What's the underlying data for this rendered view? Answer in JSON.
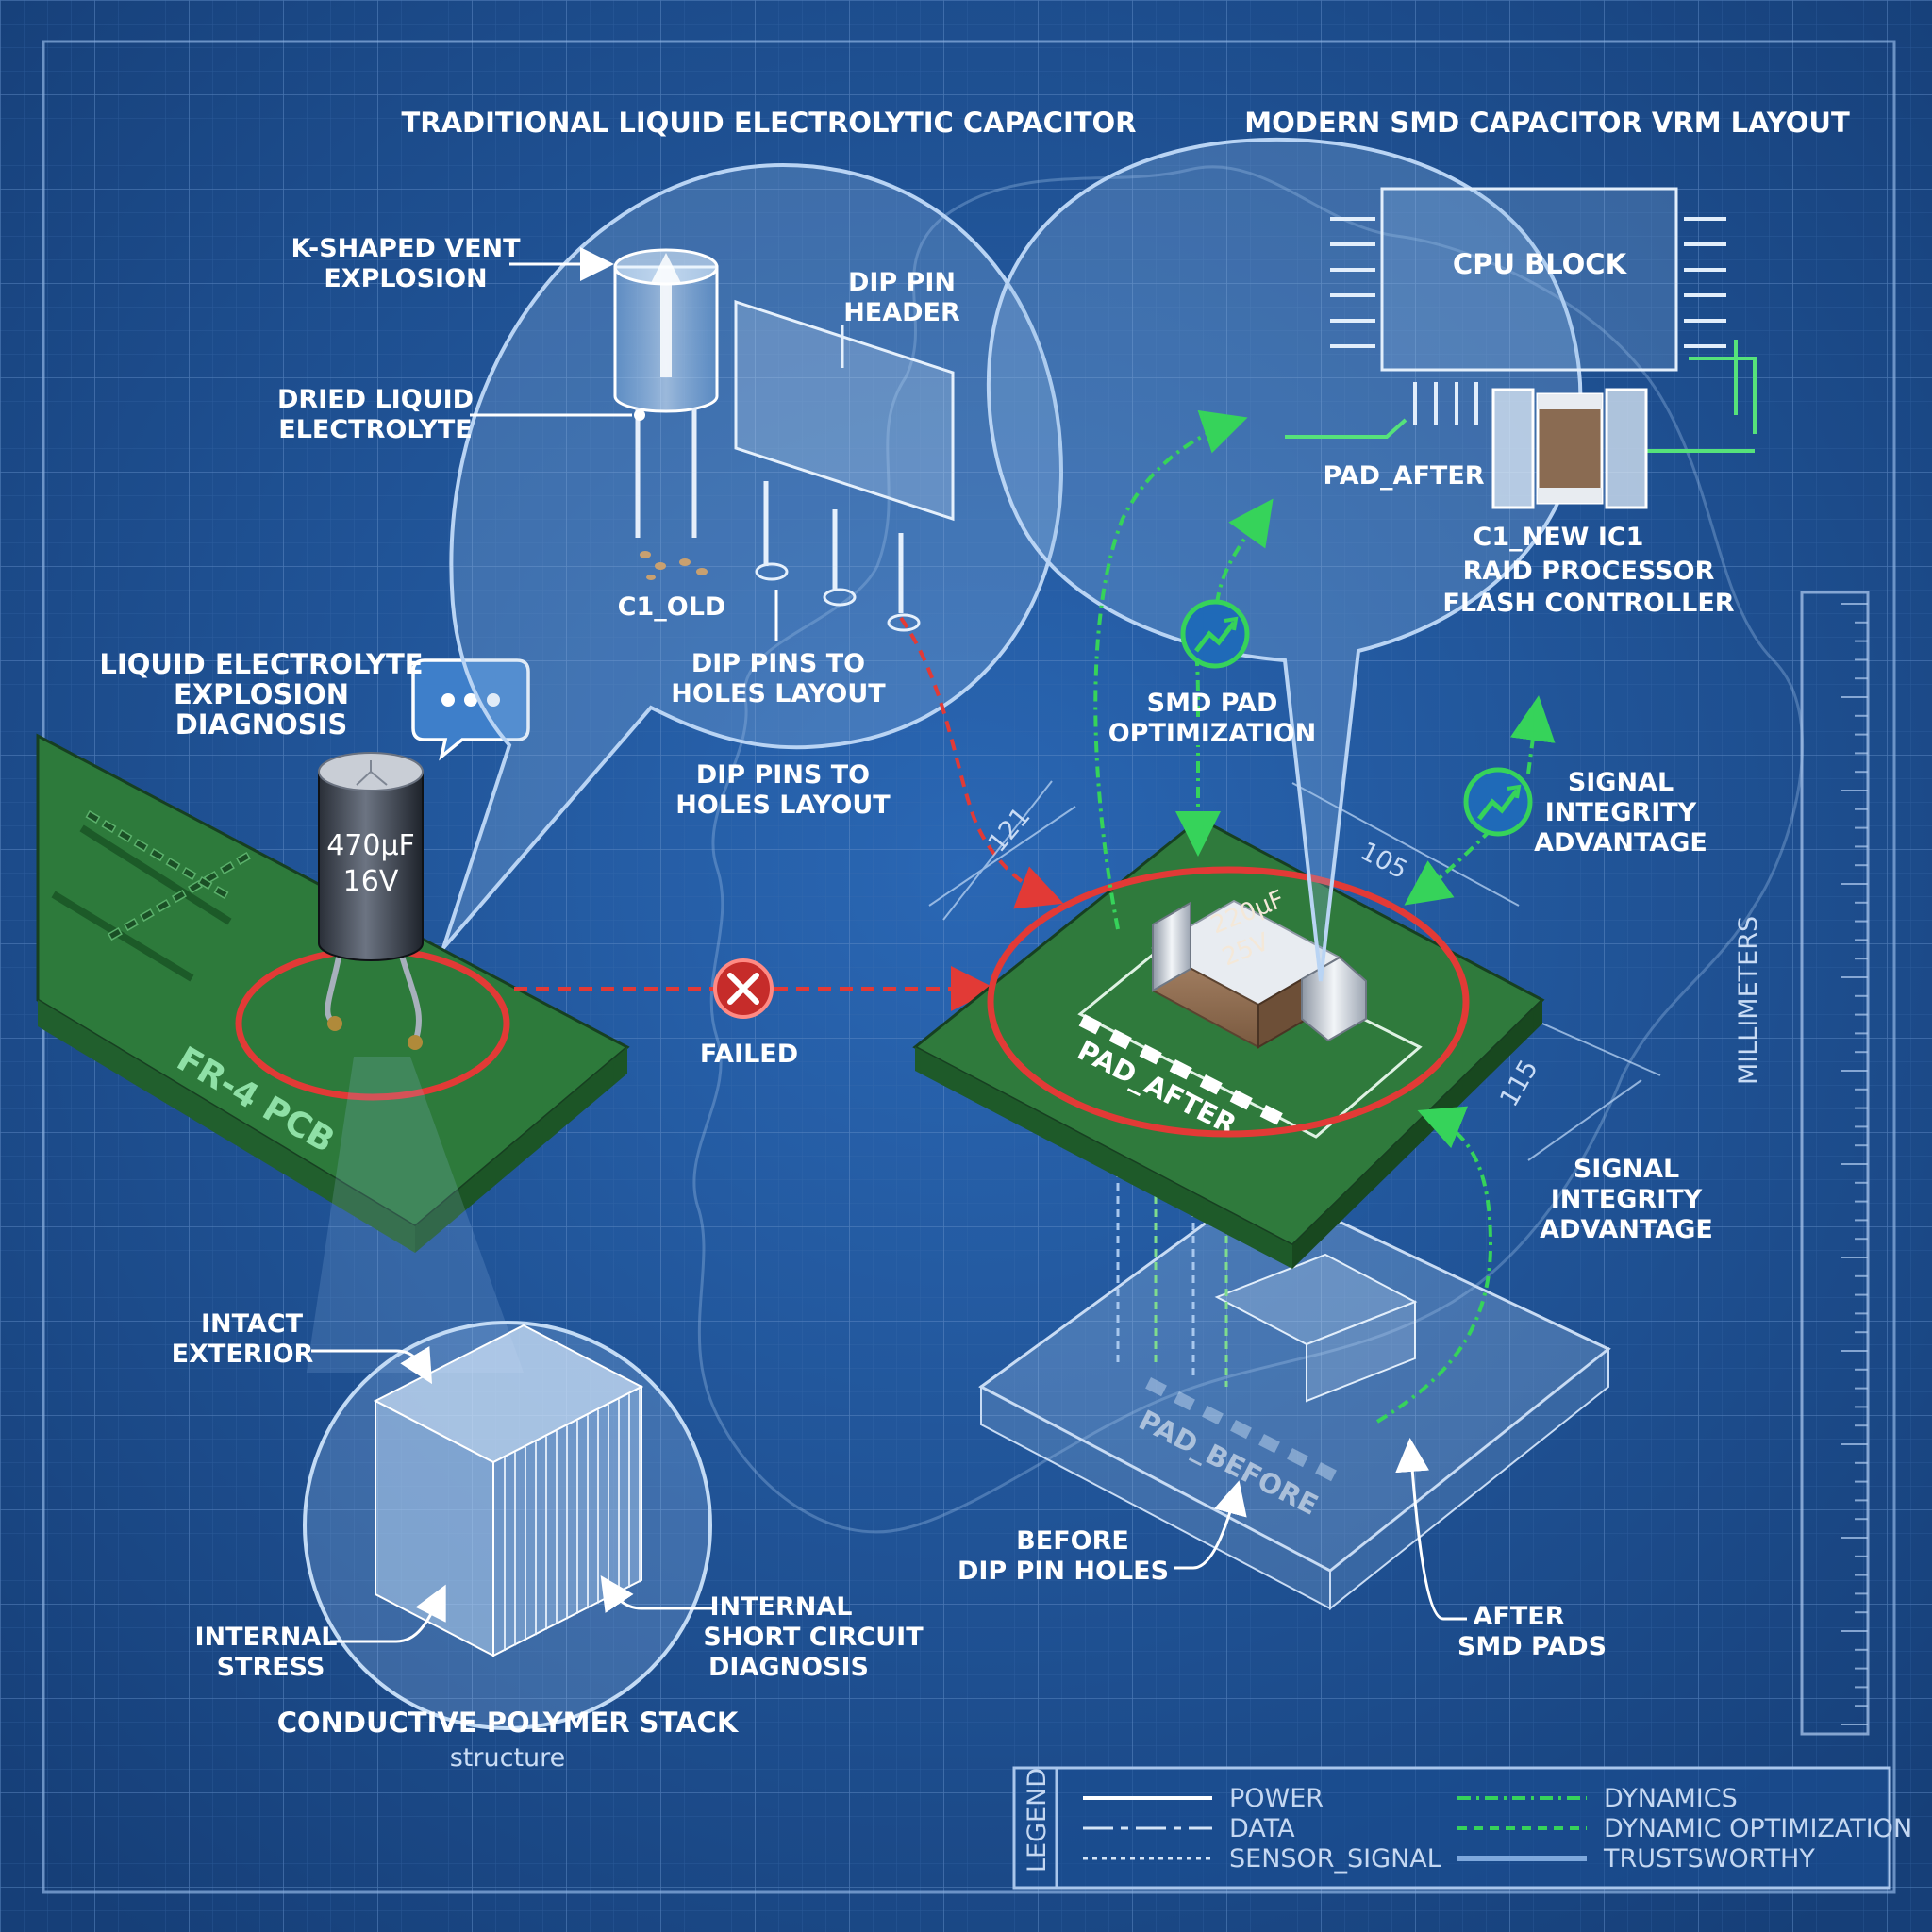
{
  "titles": {
    "traditional": "TRADITIONAL LIQUID ELECTROLYTIC CAPACITOR",
    "modern": "MODERN SMD CAPACITOR VRM LAYOUT"
  },
  "left_bubble": {
    "k_vent_1": "K-SHAPED VENT",
    "k_vent_2": "EXPLOSION",
    "dried_1": "DRIED LIQUID",
    "dried_2": "ELECTROLYTE",
    "dip_header_1": "DIP PIN",
    "dip_header_2": "HEADER",
    "c1_old": "C1_OLD",
    "dip_pins_1": "DIP PINS TO",
    "dip_pins_2": "HOLES LAYOUT"
  },
  "dip_pins_below": {
    "l1": "DIP PINS TO",
    "l2": "HOLES LAYOUT"
  },
  "liquid_diag": {
    "l1": "LIQUID ELECTROLYTE",
    "l2": "EXPLOSION",
    "l3": "DIAGNOSIS"
  },
  "old_cap": {
    "value": "470µF",
    "voltage": "16V"
  },
  "pcb_label": "FR-4 PCB",
  "failed_label": "FAILED",
  "right_bubble": {
    "cpu": "CPU BLOCK",
    "pad_after": "PAD_AFTER",
    "c1_new": "C1_NEW IC1",
    "raid": "RAID PROCESSOR",
    "flash": "FLASH CONTROLLER"
  },
  "smd_pad": {
    "l1": "SMD PAD",
    "l2": "OPTIMIZATION"
  },
  "signal_1": {
    "l1": "SIGNAL",
    "l2": "INTEGRITY",
    "l3": "ADVANTAGE"
  },
  "signal_2": {
    "l1": "SIGNAL",
    "l2": "INTEGRITY",
    "l3": "ADVANTAGE"
  },
  "new_cap": {
    "value": "220µF",
    "voltage": "25V"
  },
  "board_pad_after": "PAD_AFTER",
  "ghost_pad_before": "PAD_BEFORE",
  "before_label": {
    "l1": "BEFORE",
    "l2": "DIP PIN HOLES"
  },
  "after_label": {
    "l1": "AFTER",
    "l2": "SMD PADS"
  },
  "bottom_bubble": {
    "intact_1": "INTACT",
    "intact_2": "EXTERIOR",
    "stress_1": "INTERNAL",
    "stress_2": "STRESS",
    "short_1": "INTERNAL",
    "short_2": "SHORT CIRCUIT",
    "short_3": "DIAGNOSIS"
  },
  "polymer": {
    "l1": "CONDUCTIVE POLYMER STACK",
    "l2": "structure"
  },
  "dims": {
    "d1": "121",
    "d2": "105",
    "d3": "115"
  },
  "ruler_label": "MILLIMETERS",
  "legend": {
    "title": "LEGEND",
    "items": [
      "POWER",
      "DATA",
      "SENSOR_SIGNAL",
      "DYNAMICS",
      "DYNAMIC OPTIMIZATION",
      "TRUSTSWORTHY"
    ]
  },
  "colors": {
    "background": "#1b4f92",
    "pcb_green": "#2f7a3c",
    "fail_red": "#e23a36",
    "optimize_green": "#36d35a"
  },
  "icons": [
    "chat-bubble-icon",
    "fail-x-icon",
    "trend-up-icon"
  ]
}
